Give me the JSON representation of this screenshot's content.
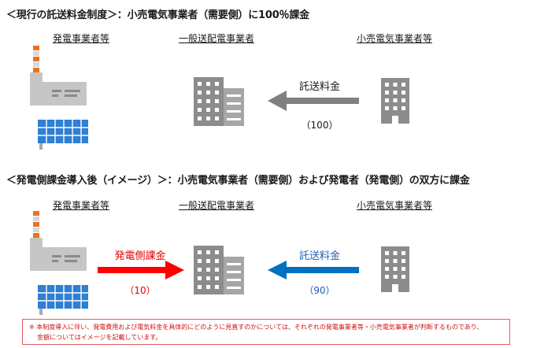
{
  "section1": {
    "heading": "＜現行の託送料金制度＞：小売電気事業者（需要側）に100％課金",
    "col_generator": "発電事業者等",
    "col_transmission": "一般送配電事業者",
    "col_retail": "小売電気事業者等",
    "arrow_label": "託送料金",
    "arrow_amount": "（100）"
  },
  "section2": {
    "heading": "＜発電側課金導入後（イメージ）＞：小売電気事業者（需要側）および発電者（発電側）の双方に課金",
    "col_generator": "発電事業者等",
    "col_transmission": "一般送配電事業者",
    "col_retail": "小売電気事業者等",
    "left_arrow_label": "発電側課金",
    "left_arrow_amount": "（10）",
    "right_arrow_label": "託送料金",
    "right_arrow_amount": "（90）"
  },
  "note": {
    "mark": "※",
    "line1": "本制度導入に伴い、発電費用および電気料金を具体的にどのように見直すのかについては、それぞれの発電事業者等・小売電気事業者が判断するものであり、",
    "line2": "金額についてはイメージを記載しています。"
  },
  "colors": {
    "red_arrow": "#ff0000",
    "red_text": "#e60000",
    "blue_arrow": "#0070c0",
    "blue_text": "#2060b0",
    "gray_arrow": "#808080",
    "building": "#8c8c8c",
    "chimney_orange": "#f07020",
    "solar_blue": "#2f7fd2"
  },
  "icons": [
    "factory-icon",
    "solar-panel-icon",
    "office-building-icon"
  ]
}
